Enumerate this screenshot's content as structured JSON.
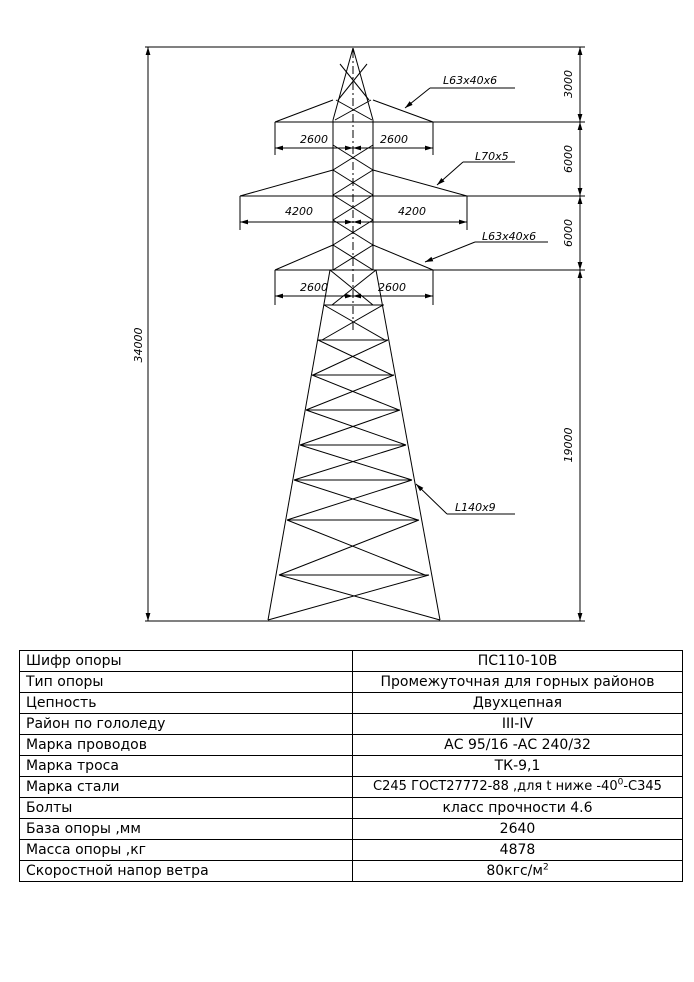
{
  "drawing": {
    "members": {
      "top_arm": "L63x40x6",
      "middle_arm": "L70x5",
      "bottom_arm": "L63x40x6",
      "leg": "L140x9"
    },
    "arm_widths": {
      "top_left": "2600",
      "top_right": "2600",
      "middle_left": "4200",
      "middle_right": "4200",
      "bottom_left": "2600",
      "bottom_right": "2600"
    },
    "heights": {
      "total": "34000",
      "top_section": "3000",
      "upper_gap": "6000",
      "lower_gap": "6000",
      "base_section": "19000"
    }
  },
  "spec_table": {
    "rows": [
      {
        "label": "Шифр опоры",
        "value": "ПС110-10В"
      },
      {
        "label": "Тип опоры",
        "value": "Промежуточная для горных районов"
      },
      {
        "label": "Цепность",
        "value": "Двухцепная"
      },
      {
        "label": "Район по гололеду",
        "value": "III-IV"
      },
      {
        "label": "Марка проводов",
        "value": "АС 95/16 -АС 240/32"
      },
      {
        "label": "Марка троса",
        "value": "ТК-9,1"
      },
      {
        "label": "Марка стали",
        "value": "С245 ГОСТ27772-88 ,для t ниже -40",
        "sup": "0",
        "suffix": "-С345"
      },
      {
        "label": "Болты",
        "value": "класс прочности 4.6"
      },
      {
        "label": "База опоры ,мм",
        "value": "2640"
      },
      {
        "label": "Масса опоры ,кг",
        "value": "4878"
      },
      {
        "label": "Скоростной напор ветра",
        "value": "80кгс/м",
        "sup": "2"
      }
    ]
  }
}
